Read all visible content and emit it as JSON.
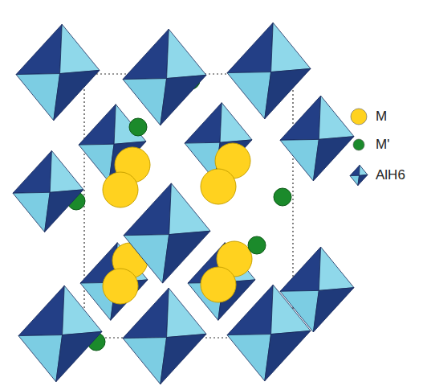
{
  "diagram": {
    "legend": [
      {
        "text": "M",
        "color": "#ffd21f"
      },
      {
        "text": "M'",
        "color": "#1b8a2b"
      },
      {
        "text": "AlH6"
      }
    ]
  }
}
